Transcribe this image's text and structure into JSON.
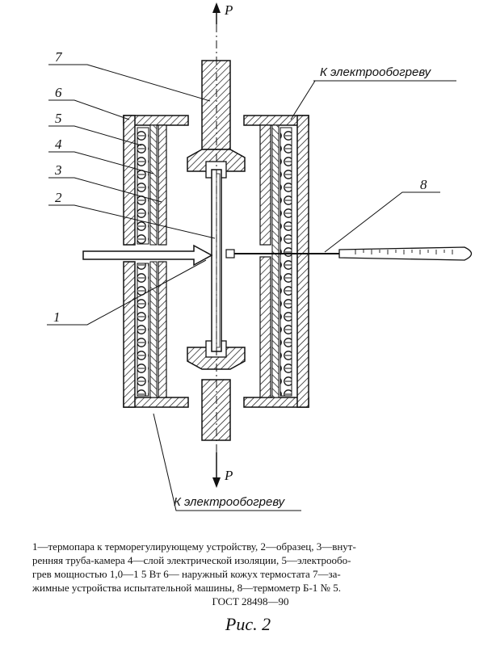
{
  "diagram": {
    "labels": {
      "n1": "1",
      "n2": "2",
      "n3": "3",
      "n4": "4",
      "n5": "5",
      "n6": "6",
      "n7": "7",
      "n8": "8",
      "p_top": "P",
      "p_bottom": "P",
      "heater_top": "К электрообогреву",
      "heater_bottom": "К электрообогреву"
    }
  },
  "caption": {
    "line1": "1—термопара к терморегулирующему устройству, 2—образец, 3—внут-",
    "line2": "ренняя труба-камера 4—слой электрической изоляции, 5—электрообо-",
    "line3": "грев мощностью 1,0—1 5 Вт 6— наружный кожух термостата 7—за-",
    "line4": "жимные устройства испытательной машины, 8—термометр Б-1 № 5.",
    "line5": "ГОСТ 28498—90"
  },
  "figure_title": "Рис. 2"
}
